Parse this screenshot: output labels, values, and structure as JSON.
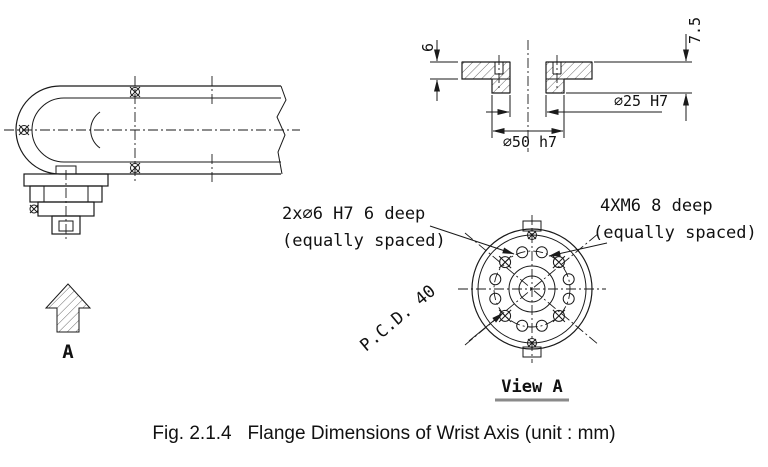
{
  "figure": {
    "caption": "Fig. 2.1.4   Flange Dimensions of Wrist Axis (unit : mm)"
  },
  "side_view": {
    "arrow_label": "A"
  },
  "section_view": {
    "dim_6": "6",
    "dim_7_5": "7.5",
    "dim_bore": "∅25 H7",
    "dim_boss": "∅50 h7"
  },
  "flange_view": {
    "dowel_note_line1": "2x∅6 H7 6 deep",
    "dowel_note_line2": "(equally spaced)",
    "tap_note_line1": "4XM6 8 deep",
    "tap_note_line2": "(equally spaced)",
    "pcd_label": "P.C.D. 40",
    "view_label": "View A"
  },
  "colors": {
    "line": "#1a1a1a",
    "text": "#111111",
    "view_underline": "#8a8a8a",
    "background": "#ffffff"
  }
}
